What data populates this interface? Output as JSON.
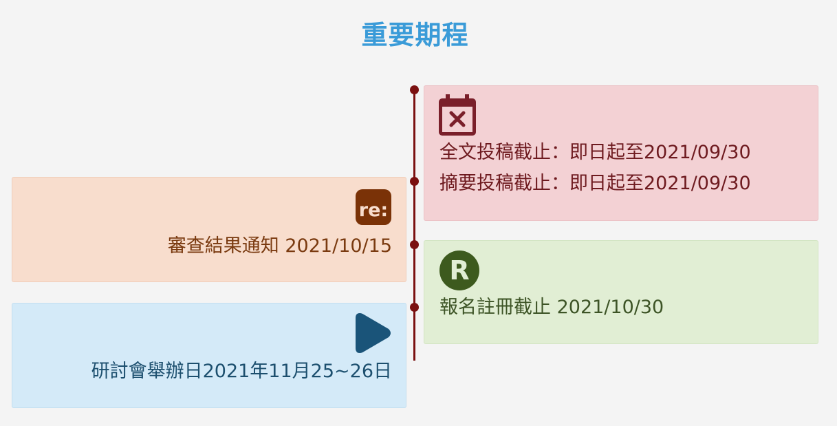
{
  "page": {
    "title": "重要期程"
  },
  "colors": {
    "title": "#3a9bd8",
    "timeline": "#7a1010",
    "red_card_bg": "#f3d1d4",
    "orange_card_bg": "#f8ddcd",
    "green_card_bg": "#e1eed4",
    "blue_card_bg": "#d4eaf8"
  },
  "events": {
    "submission": {
      "icon": "calendar-x-icon",
      "line1": "全文投稿截止：即日起至2021/09/30",
      "line2": "摘要投稿截止：即日起至2021/09/30"
    },
    "review": {
      "icon": "reply-icon",
      "icon_text": "re:",
      "line1": "審查結果通知 2021/10/15"
    },
    "registration": {
      "icon": "registered-icon",
      "icon_text": "R",
      "line1": "報名註冊截止 2021/10/30"
    },
    "conference": {
      "icon": "play-icon",
      "line1": "研討會舉辦日2021年11月25~26日"
    }
  }
}
